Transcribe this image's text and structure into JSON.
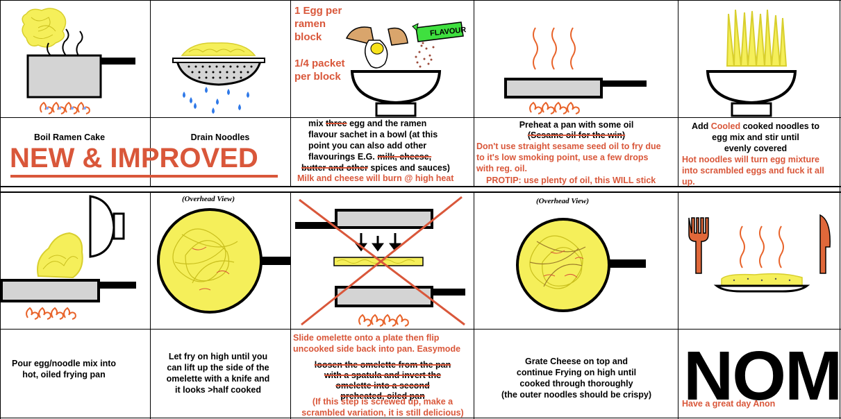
{
  "panels": {
    "p1": {
      "caption": "Boil Ramen Cake",
      "banner": "NEW & IMPROVED"
    },
    "p2": {
      "caption": "Drain Noodles"
    },
    "p3": {
      "note1": "1 Egg per ramen block",
      "note2": "1/4 packet per block",
      "flavour_label": "FLAVOUR",
      "line1a": "mix ",
      "line1_strike": "three",
      "line1b": " egg   and the ramen",
      "line2": "flavour sachet in a bowl (at this",
      "line3": "point you can also add other",
      "line4a": "flavourings E.G. ",
      "line4_strike": "milk, cheese,",
      "line5_strike": "butter and other",
      "line5b": " spices and sauces)",
      "warning": "Milk and cheese will burn @ high heat"
    },
    "p4": {
      "line1": "Preheat a pan with some oil",
      "line2_strike": "(Sesame oil for the win)",
      "red1": "Don't use straight sesame seed oil to fry due",
      "red2": "to it's low smoking point, use a few drops",
      "red3": "with reg. oil.",
      "protip": "PROTIP: use plenty of oil, this WILL stick"
    },
    "p5": {
      "line1a": "Add ",
      "line1_red": "Cooled",
      "line1b": " cooked noodles to",
      "line2": "egg mix and stir until",
      "line3": "evenly covered",
      "red1": "Hot noodles will turn egg mixture",
      "red2": "into scrambled eggs and fuck it all",
      "red3": "up."
    },
    "p6": {
      "line1": "Pour egg/noodle mix into",
      "line2": "hot, oiled frying pan"
    },
    "p7": {
      "label": "(Overhead View)",
      "line1": "Let fry on high until you",
      "line2": "can lift up the side of the",
      "line3": "omelette with a knife and",
      "line4": "it looks  >half cooked"
    },
    "p8": {
      "red1": "Slide omelette onto a plate then flip",
      "red2": "uncooked side back into pan. Easymode",
      "strike1": "loosen the omelette from the pan",
      "strike2": "with a spatula and invert the",
      "strike3": "omelette into a second",
      "strike4": "preheated, oiled pan",
      "red3": "(If this step is screwed up, make a",
      "red4": "scrambled variation, it is still delicious)"
    },
    "p9": {
      "label": "(Overhead View)",
      "line1": "Grate Cheese on top and",
      "line2": "continue Frying on high until",
      "line3": "cooked through thoroughly",
      "line4": "(the outer noodles should be crispy)"
    },
    "p10": {
      "big": "NOM",
      "sign": "Have a great day Anon"
    }
  },
  "colors": {
    "accent": "#d9573a",
    "noodle": "#f5ef5a",
    "pan": "#d4d4d4",
    "water": "#2f79e8"
  }
}
